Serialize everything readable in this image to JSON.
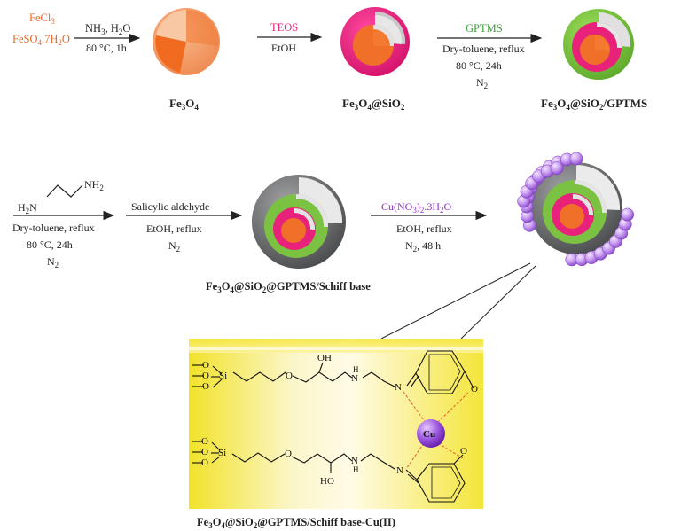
{
  "colors": {
    "orange": "#e8692a",
    "light_orange": "#f5a26f",
    "magenta": "#e8217a",
    "green": "#7cc242",
    "shell_grey": "#6d6e70",
    "purple_bead": "#b77fe0",
    "copper_sphere": "#8b3fd0",
    "panel_yellow": "#f7ea3e",
    "teos_text": "#e8217a",
    "gptms_text": "#3aa035",
    "reagent_text": "#e8692a",
    "cu_text": "#8b2fc9"
  },
  "reagents": {
    "fecl3": "FeCl",
    "fecl3_sub": "3",
    "feso4": "FeSO",
    "feso4_sub": "4",
    "feso4_rest": ".7H",
    "feso4_sub2": "2",
    "feso4_o": "O"
  },
  "steps": {
    "s1_top": "NH",
    "s1_top_sub": "3",
    "s1_top_rest": ", H",
    "s1_top_sub2": "2",
    "s1_top_o": "O",
    "s1_bottom": "80 °C, 1h",
    "s2_top": "TEOS",
    "s2_bottom": "EtOH",
    "s3_top": "GPTMS",
    "s3_mid": "Dry-toluene, reflux",
    "s3_temp": "80 °C, 24h",
    "s3_gas": "N",
    "s3_gas_sub": "2",
    "s4_amine_left": "H",
    "s4_amine_left_sub": "2",
    "s4_amine_left_n": "N",
    "s4_amine_right": "NH",
    "s4_amine_right_sub": "2",
    "s4_mid": "Dry-toluene, reflux",
    "s4_temp": "80 °C, 24h",
    "s4_gas": "N",
    "s4_gas_sub": "2",
    "s5_top": "Salicylic aldehyde",
    "s5_mid": "EtOH, reflux",
    "s5_gas": "N",
    "s5_gas_sub": "2",
    "s6_top": "Cu(NO",
    "s6_top_sub": "3",
    "s6_top_rest": ")",
    "s6_top_sub2": "2",
    "s6_top_rest2": ".3H",
    "s6_top_sub3": "2",
    "s6_top_o": "O",
    "s6_mid": "EtOH, reflux",
    "s6_gas": "N",
    "s6_gas_sub": "2",
    "s6_gas_rest": ", 48 h"
  },
  "products": {
    "p1": "Fe",
    "p1_s1": "3",
    "p1_b": "O",
    "p1_s2": "4",
    "p2_tail": "@SiO",
    "p2_s3": "2",
    "p3_tail": "/GPTMS",
    "p4_tail": "@GPTMS/Schiff base",
    "p5_tail": "@GPTMS/Schiff base-Cu(II)"
  },
  "structure": {
    "si": "Si",
    "o": "O",
    "oh": "OH",
    "ho": "HO",
    "h": "H",
    "n": "N",
    "cu": "Cu"
  }
}
